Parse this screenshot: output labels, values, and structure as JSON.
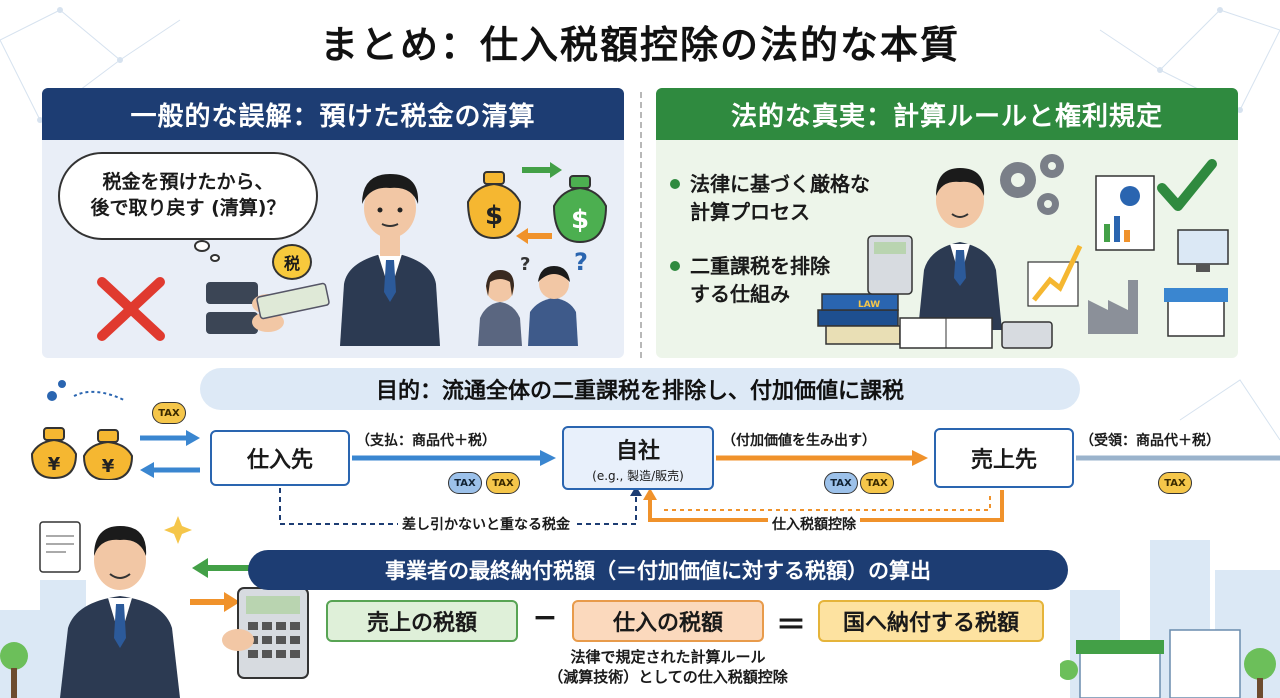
{
  "title": "まとめ：仕入税額控除の法的な本質",
  "left_panel": {
    "header": "一般的な誤解：預けた税金の清算",
    "bubble_line1": "税金を預けたから、",
    "bubble_line2": "後で取り戻す (清算)？",
    "tax_tag": "税",
    "question_mark": "?"
  },
  "right_panel": {
    "header": "法的な真実：計算ルールと権利規定",
    "bullets": [
      {
        "line1": "法律に基づく厳格な",
        "line2": "計算プロセス"
      },
      {
        "line1": "二重課税を排除",
        "line2": "する仕組み"
      }
    ],
    "book_label": "LAW"
  },
  "purpose": "目的：流通全体の二重課税を排除し、付加価値に課税",
  "flow": {
    "supplier": "仕入先",
    "self": "自社",
    "self_sub": "(e.g., 製造/販売)",
    "customer": "売上先",
    "label_pay": "（支払：商品代＋税）",
    "label_value": "（付加価値を生み出す）",
    "label_receive": "（受領：商品代＋税）",
    "label_overlap": "差し引かないと重なる税金",
    "label_credit": "仕入税額控除",
    "badge_tax": "TAX",
    "yen": "¥"
  },
  "final": {
    "bar": "事業者の最終納付税額（＝付加価値に対する税額）の算出",
    "sales_tax": "売上の税額",
    "minus": "−",
    "purchase_tax": "仕入の税額",
    "equals": "＝",
    "result": "国へ納付する税額",
    "footnote_line1": "法律で規定された計算ルール",
    "footnote_line2": "（減算技術）としての仕入税額控除"
  },
  "colors": {
    "navy": "#1d3d73",
    "green": "#2f8a3f",
    "blue_arrow": "#3a86d0",
    "orange_arrow": "#f0922b",
    "red_cross": "#e03a2f"
  }
}
